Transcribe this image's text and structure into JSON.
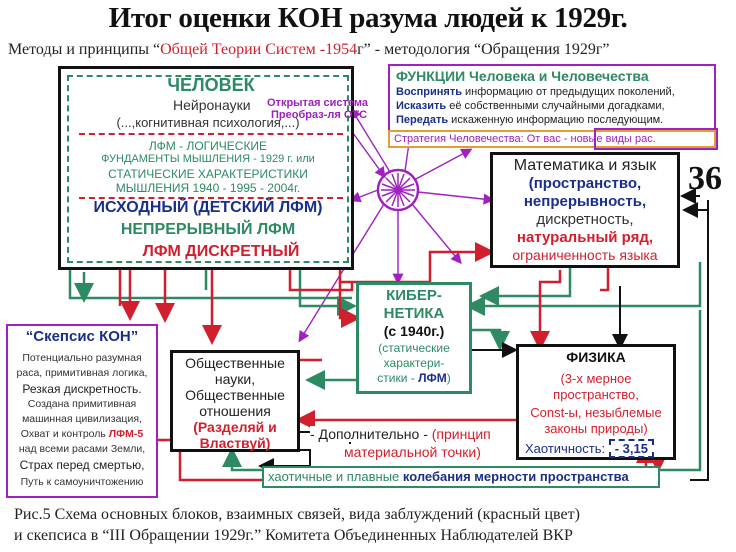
{
  "title": "Итог оценки КОН разума людей  к 1929г.",
  "subtitle": {
    "part1": "Методы и принципы “",
    "part2": "Общей Теории Систем -1954",
    "part3": "г” - методология “Обращения 1929г”"
  },
  "page_number": "36",
  "human_box": {
    "title": "ЧЕЛОВЕК",
    "neuro": "Нейронауки",
    "cognitive": "(...,когнитивная психология,...)",
    "open_system": "Открытая система",
    "transform": "Преобраз-ля ОТС",
    "lfm1": "ЛФМ - ЛОГИЧЕСКИЕ",
    "lfm2": "ФУНДАМЕНТЫ МЫШЛЕНИЯ - 1929 г. или",
    "lfm3": "СТАТИЧЕСКИЕ ХАРАКТЕРИСТИКИ",
    "lfm4": "МЫШЛЕНИЯ  1940 - 1995 - 2004г.",
    "initial": "ИСХОДНЫЙ (ДЕТСКИЙ ЛФМ)",
    "continuous": "НЕПРЕРЫВНЫЙ  ЛФМ",
    "discrete": "ЛФМ  ДИСКРЕТНЫЙ"
  },
  "functions_box": {
    "title": "ФУНКЦИИ Человека и Человечества",
    "l1a": "Воспринять",
    "l1b": " информацию от предыдущих поколений,",
    "l2a": "Исказить",
    "l2b": " её собственными случайными догадками,",
    "l3a": "Передать",
    "l3b": " искаженную информацию последующим.",
    "strategy": "Стратегия Человечества: От вас - новые виды рас."
  },
  "math_box": {
    "title": "Математика и язык",
    "l1": "(пространство,",
    "l2": "непрерывность,",
    "l3": "дискретность,",
    "l4": "натуральный ряд,",
    "l5": "ограниченность языка"
  },
  "skepsis_box": {
    "title": "“Скепсис КОН”",
    "l1": "Потенциально разумная",
    "l2": "раса, примитивная логика,",
    "l3": "Резкая дискретность.",
    "l4": "Создана примитивная",
    "l5": "машинная цивилизация,",
    "l6a": "Охват и контроль ",
    "l6b": "ЛФМ-5",
    "l7": "над всеми расами Земли,",
    "l8": "Страх перед смертью,",
    "l9": "Путь к самоуничтожению"
  },
  "cyber_box": {
    "l1": "КИБЕР-",
    "l2": "НЕТИКА",
    "l3": "(с 1940г.)",
    "l4": "(статические",
    "l5": "характери-",
    "l6": "стики - ",
    "l6b": "ЛФМ",
    "l6c": ")"
  },
  "social_box": {
    "l1": "Общественные",
    "l2": "науки,",
    "l3": "Общественные",
    "l4": "отношения",
    "l5": "(Разделяй и",
    "l6": "Властвуй)"
  },
  "physics_box": {
    "title": "ФИЗИКА",
    "l1": "(3-х мерное",
    "l2": "пространство,",
    "l3": "Const-ы, незыблемые",
    "l4": "законы природы)",
    "chaos": "Хаотичность: ",
    "chaos_val": "- 3,15"
  },
  "additional": {
    "a": "- Дополнительно - ",
    "b": "(принцип",
    "c": "материальной точки)"
  },
  "bottom_strip": {
    "a": "хаотичные и плавные ",
    "b": "колебания мерности пространства"
  },
  "caption": {
    "l1": "Рис.5 Схема основных блоков, взаимных связей, вида заблуждений (красный цвет)",
    "l2": "и скепсиса в “III Обращении 1929г.” Комитета Объединенных Наблюдателей ВКР"
  }
}
